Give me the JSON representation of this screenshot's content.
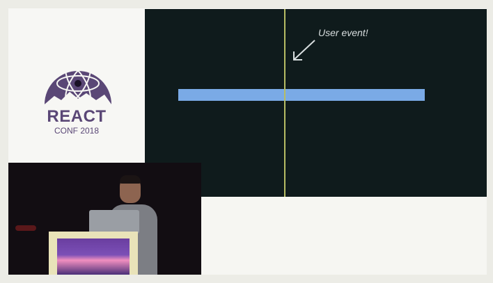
{
  "logo": {
    "title": "REACT",
    "subtitle": "CONF 2018",
    "brand_color": "#5a4776",
    "icon": "react-atom-logo-icon"
  },
  "slide": {
    "background": "#0f1b1c",
    "event_label": "User event!",
    "bar_color": "#7aaae6",
    "line_color": "#b7bd64",
    "arrow_icon": "arrow-down-left-icon"
  },
  "video": {
    "description_icon": "speaker-video-feed"
  }
}
